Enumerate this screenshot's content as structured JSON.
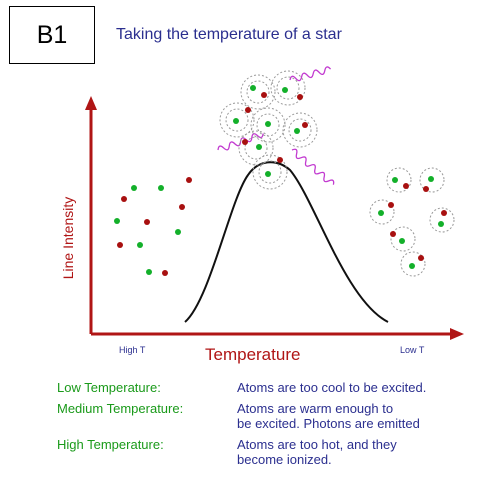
{
  "panel_label": "B1",
  "title": "Taking the temperature of a star",
  "axes": {
    "y_label": "Line Intensity",
    "x_label": "Temperature"
  },
  "ticks": {
    "left": "High T",
    "right": "Low T"
  },
  "legend": [
    {
      "term": "Low Temperature:",
      "desc": "Atoms are too cool to be excited."
    },
    {
      "term": "Medium Temperature:",
      "desc": "Atoms are warm enough to\nbe excited. Photons are emitted"
    },
    {
      "term": "High Temperature:",
      "desc": "Atoms are too hot, and they\nbecome ionized."
    }
  ],
  "colors": {
    "axis": "#b01515",
    "title": "#2b2f8f",
    "legend_term": "#1a9a1a",
    "legend_desc": "#2b2f8f",
    "electron_green": "#13b02a",
    "nucleus_red": "#a81010",
    "photon": "#c23ad0",
    "curve": "#111111",
    "shell": "#999999"
  }
}
